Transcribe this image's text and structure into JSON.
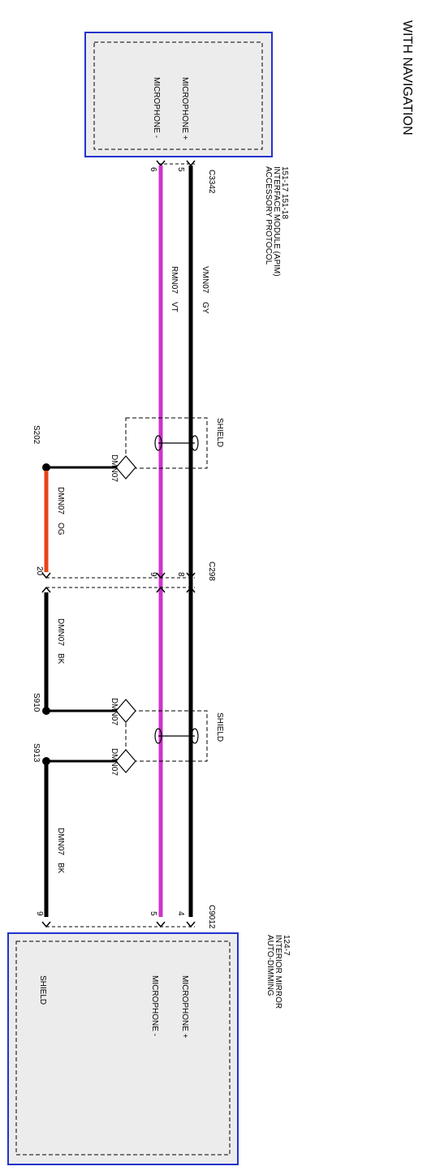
{
  "title": "WITH NAVIGATION",
  "apim": {
    "name_lines": [
      "ACCESSORY PROTOCOL",
      "INTERFACE MODULE (APIM)",
      "151-17   151-18"
    ],
    "pin_labels": [
      "MICROPHONE +",
      "MICROPHONE -"
    ],
    "connector": "C3342",
    "pins": [
      "5",
      "6"
    ]
  },
  "mirror": {
    "name_lines": [
      "AUTO-DIMMING",
      "INTERIOR MIRROR",
      "124-7"
    ],
    "pin_labels": [
      "MICROPHONE +",
      "MICROPHONE -",
      "SHIELD"
    ],
    "connector": "C9012",
    "pins": [
      "4",
      "5",
      "9"
    ]
  },
  "inline_connector": {
    "name": "C298",
    "pins": [
      "8",
      "9",
      "20"
    ]
  },
  "wires": {
    "gy": {
      "circuit": "VMN07",
      "color_code": "GY",
      "color": "#000000"
    },
    "vt": {
      "circuit": "RMN07",
      "color_code": "VT",
      "color": "#cc33cc"
    },
    "og": {
      "circuit": "DMN07",
      "color_code": "OG",
      "color": "#e8431a"
    },
    "bk1": {
      "circuit": "DMN07",
      "color_code": "BK",
      "color": "#000000"
    },
    "bk2": {
      "circuit": "DMN07",
      "color_code": "BK",
      "color": "#000000"
    }
  },
  "shield_labels": [
    "SHIELD",
    "SHIELD"
  ],
  "drain_labels": [
    "DMN07",
    "DMN07",
    "DMN07"
  ],
  "splices": [
    "S202",
    "S910",
    "S913"
  ],
  "colors": {
    "component_border": "#2233cc",
    "component_fill": "#ececec"
  }
}
